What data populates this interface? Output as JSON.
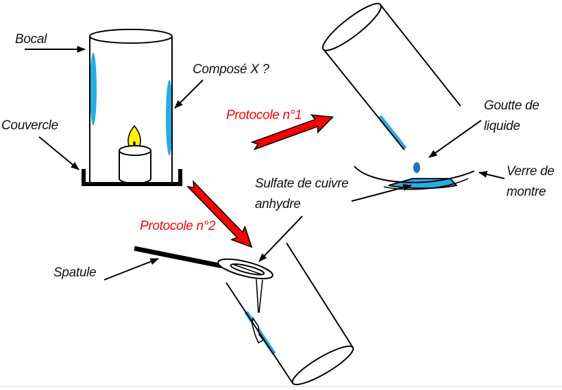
{
  "diagram": {
    "labels": {
      "bocal": "Bocal",
      "couvercle": "Couvercle",
      "compose_x": "Composé X ?",
      "protocole_1": "Protocole n°1",
      "protocole_2": "Protocole n°2",
      "goutte_de_liquide": "Goutte de liquide",
      "verre_de_montre": "Verre de montre",
      "sulfate_de_cuivre": "Sulfate de cuivre anhydre",
      "spatule": "Spatule"
    },
    "colors": {
      "condensation_blue": "#29ABE2",
      "drop_blue": "#1B75BC",
      "protocol_red": "#FF0000",
      "flame_yellow": "#FFF200",
      "outline_black": "#000000"
    }
  }
}
